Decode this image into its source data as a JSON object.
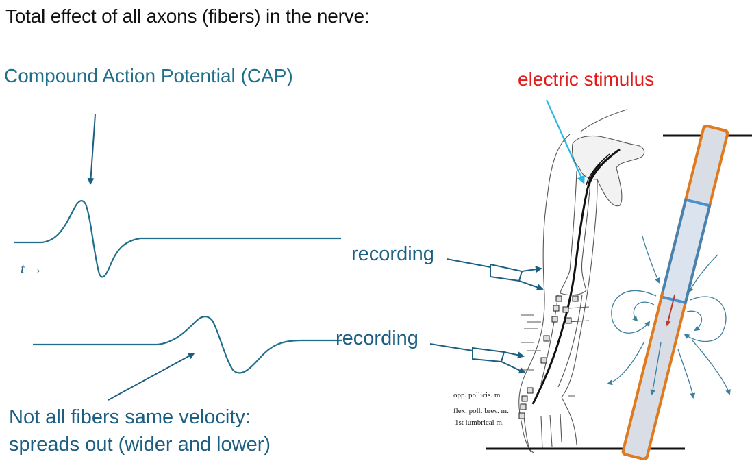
{
  "title": "Total effect of all axons (fibers) in the nerve:",
  "cap_label": "Compound Action Potential (CAP)",
  "stimulus_label": "electric stimulus",
  "stimulus_color": "#e31b1b",
  "recording_label_1": "recording",
  "recording_label_2": "recording",
  "time_axis_label": "t →",
  "note_line_1": "Not all fibers same velocity:",
  "note_line_2": "spreads out (wider and lower)",
  "arm_labels": {
    "muscle_1": "opp. pollicis. m.",
    "muscle_2": "flex. poll. brev. m.",
    "muscle_3": "1st lumbrical m."
  },
  "colors": {
    "trace": "#1f6f8b",
    "annotation": "#1c5f82",
    "stimulus_arrow": "#29b6e6",
    "field_lines": "#3d7f9c",
    "nerve_orange": "#e07a1f",
    "nerve_blue": "#2f84c8",
    "nerve_fill": "#d9dde6",
    "current_arrow": "#c0392b"
  }
}
